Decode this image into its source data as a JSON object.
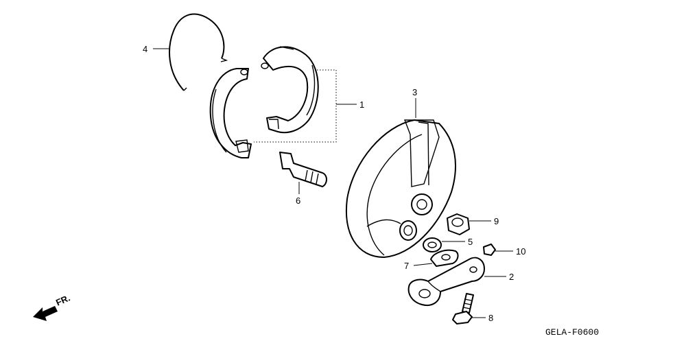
{
  "callouts": {
    "c1": "1",
    "c2": "2",
    "c3": "3",
    "c4": "4",
    "c5": "5",
    "c6": "6",
    "c7": "7",
    "c8": "8",
    "c9": "9",
    "c10": "10"
  },
  "front_marker": "FR.",
  "diagram_code": "GELA-F0600"
}
